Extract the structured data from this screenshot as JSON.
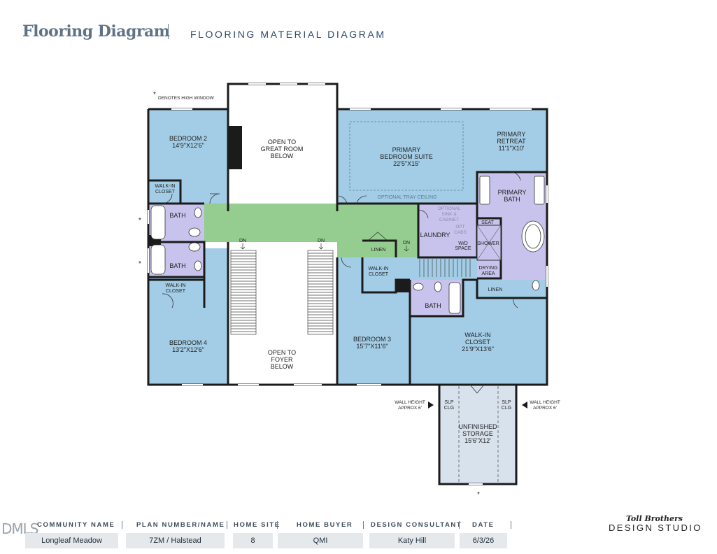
{
  "header": {
    "title": "Flooring Diagram",
    "subtitle": "FLOORING MATERIAL DIAGRAM"
  },
  "plan": {
    "note": "DENOTES HIGH WINDOW",
    "rooms": {
      "bedroom2": {
        "name": "BEDROOM 2",
        "size": "14'9\"X12'6\""
      },
      "open_great_room": {
        "line1": "OPEN TO",
        "line2": "GREAT ROOM",
        "line3": "BELOW"
      },
      "primary_suite": {
        "line1": "PRIMARY",
        "line2": "BEDROOM SUITE",
        "size": "22'5\"X15'"
      },
      "primary_retreat": {
        "line1": "PRIMARY",
        "line2": "RETREAT",
        "size": "11'1\"X10'"
      },
      "walkin_closet_b2": {
        "line1": "WALK-IN",
        "line2": "CLOSET"
      },
      "primary_bath": {
        "line1": "PRIMARY",
        "line2": "BATH"
      },
      "tray_ceiling": "OPTIONAL TRAY CEILING",
      "bath_upper": "BATH",
      "bath_lower": "BATH",
      "laundry": "LAUNDRY",
      "optional_sink": {
        "line1": "OPTIONAL",
        "line2": "SINK &",
        "line3": "CABINET"
      },
      "opt_cabs": {
        "line1": "OPT",
        "line2": "CABS"
      },
      "wd_space": {
        "line1": "W/D",
        "line2": "SPACE"
      },
      "seat": "SEAT",
      "shower": "SHOWER",
      "drying_area": {
        "line1": "DRYING",
        "line2": "AREA"
      },
      "linen_upper": "LINEN",
      "linen_right": "LINEN",
      "dn_left": "DN",
      "dn_mid": "DN",
      "dn_right": "DN",
      "walkin_closet_b3": {
        "line1": "WALK-IN",
        "line2": "CLOSET"
      },
      "walkin_closet_b4": {
        "line1": "WALK-IN",
        "line2": "CLOSET"
      },
      "bath_b3": "BATH",
      "bedroom4": {
        "name": "BEDROOM 4",
        "size": "13'2\"X12'6\""
      },
      "open_foyer": {
        "line1": "OPEN TO",
        "line2": "FOYER",
        "line3": "BELOW"
      },
      "bedroom3": {
        "name": "BEDROOM 3",
        "size": "15'7\"X11'6\""
      },
      "walkin_closet_primary": {
        "line1": "WALK-IN",
        "line2": "CLOSET",
        "size": "21'9\"X13'6\""
      },
      "unfinished_storage": {
        "line1": "UNFINISHED",
        "line2": "STORAGE",
        "size": "15'6\"X12'"
      },
      "slp_clg_left": {
        "line1": "SLP",
        "line2": "CLG"
      },
      "slp_clg_right": {
        "line1": "SLP",
        "line2": "CLG"
      },
      "wall_height_left": {
        "line1": "WALL HEIGHT",
        "line2": "APPROX 6'"
      },
      "wall_height_right": {
        "line1": "WALL HEIGHT",
        "line2": "APPROX 6'"
      }
    },
    "colors": {
      "carpet": "#a3cde6",
      "tile": "#c8c3ec",
      "hardwood": "#95cc8f",
      "storage": "#d8e2ec",
      "wall": "#1b1b1b"
    }
  },
  "footer": {
    "labels": {
      "community": "COMMUNITY NAME",
      "plan": "PLAN NUMBER/NAME",
      "site": "HOME SITE",
      "buyer": "HOME BUYER",
      "consultant": "DESIGN CONSULTANT",
      "date": "DATE"
    },
    "values": {
      "community": "Longleaf Meadow",
      "plan": "7ZM / Halstead",
      "site": "8",
      "buyer": "QMI",
      "consultant": "Katy Hill",
      "date": "6/3/26"
    },
    "watermark": "DMLS",
    "brand_line1": "Toll Brothers",
    "brand_line2": "DESIGN STUDIO"
  }
}
